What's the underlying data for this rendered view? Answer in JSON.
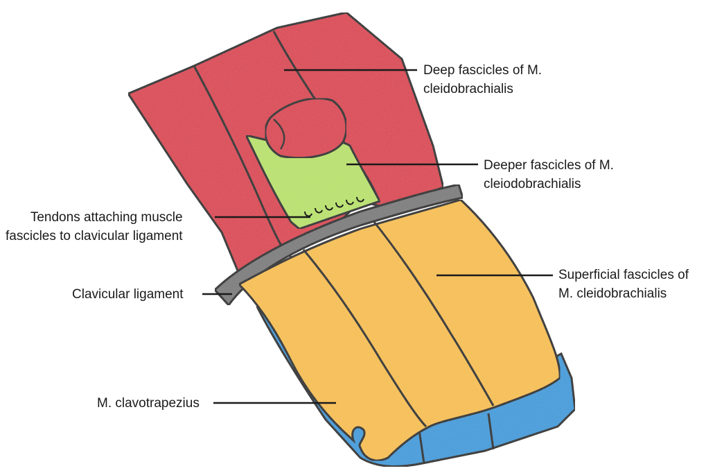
{
  "labels": {
    "deep": [
      "Deep fascicles of M.",
      "cleidobrachialis"
    ],
    "deeper": [
      "Deeper fascicles of M.",
      "cleiodobrachialis"
    ],
    "tendons": [
      "Tendons attaching muscle",
      "fascicles to clavicular ligament"
    ],
    "ligament": [
      "Clavicular ligament"
    ],
    "superficial": [
      "Superficial fascicles of",
      "M. cleidobrachialis"
    ],
    "clavotrapezius": [
      "M. clavotrapezius"
    ]
  },
  "colors": {
    "deep_muscle": "#d9404e",
    "deeper_muscle": "#b8e06a",
    "superficial_muscle": "#f5be4c",
    "clavotrapezius": "#3a9ad9",
    "ligament": "#7a7a7a",
    "outline": "#1a1a1a"
  }
}
